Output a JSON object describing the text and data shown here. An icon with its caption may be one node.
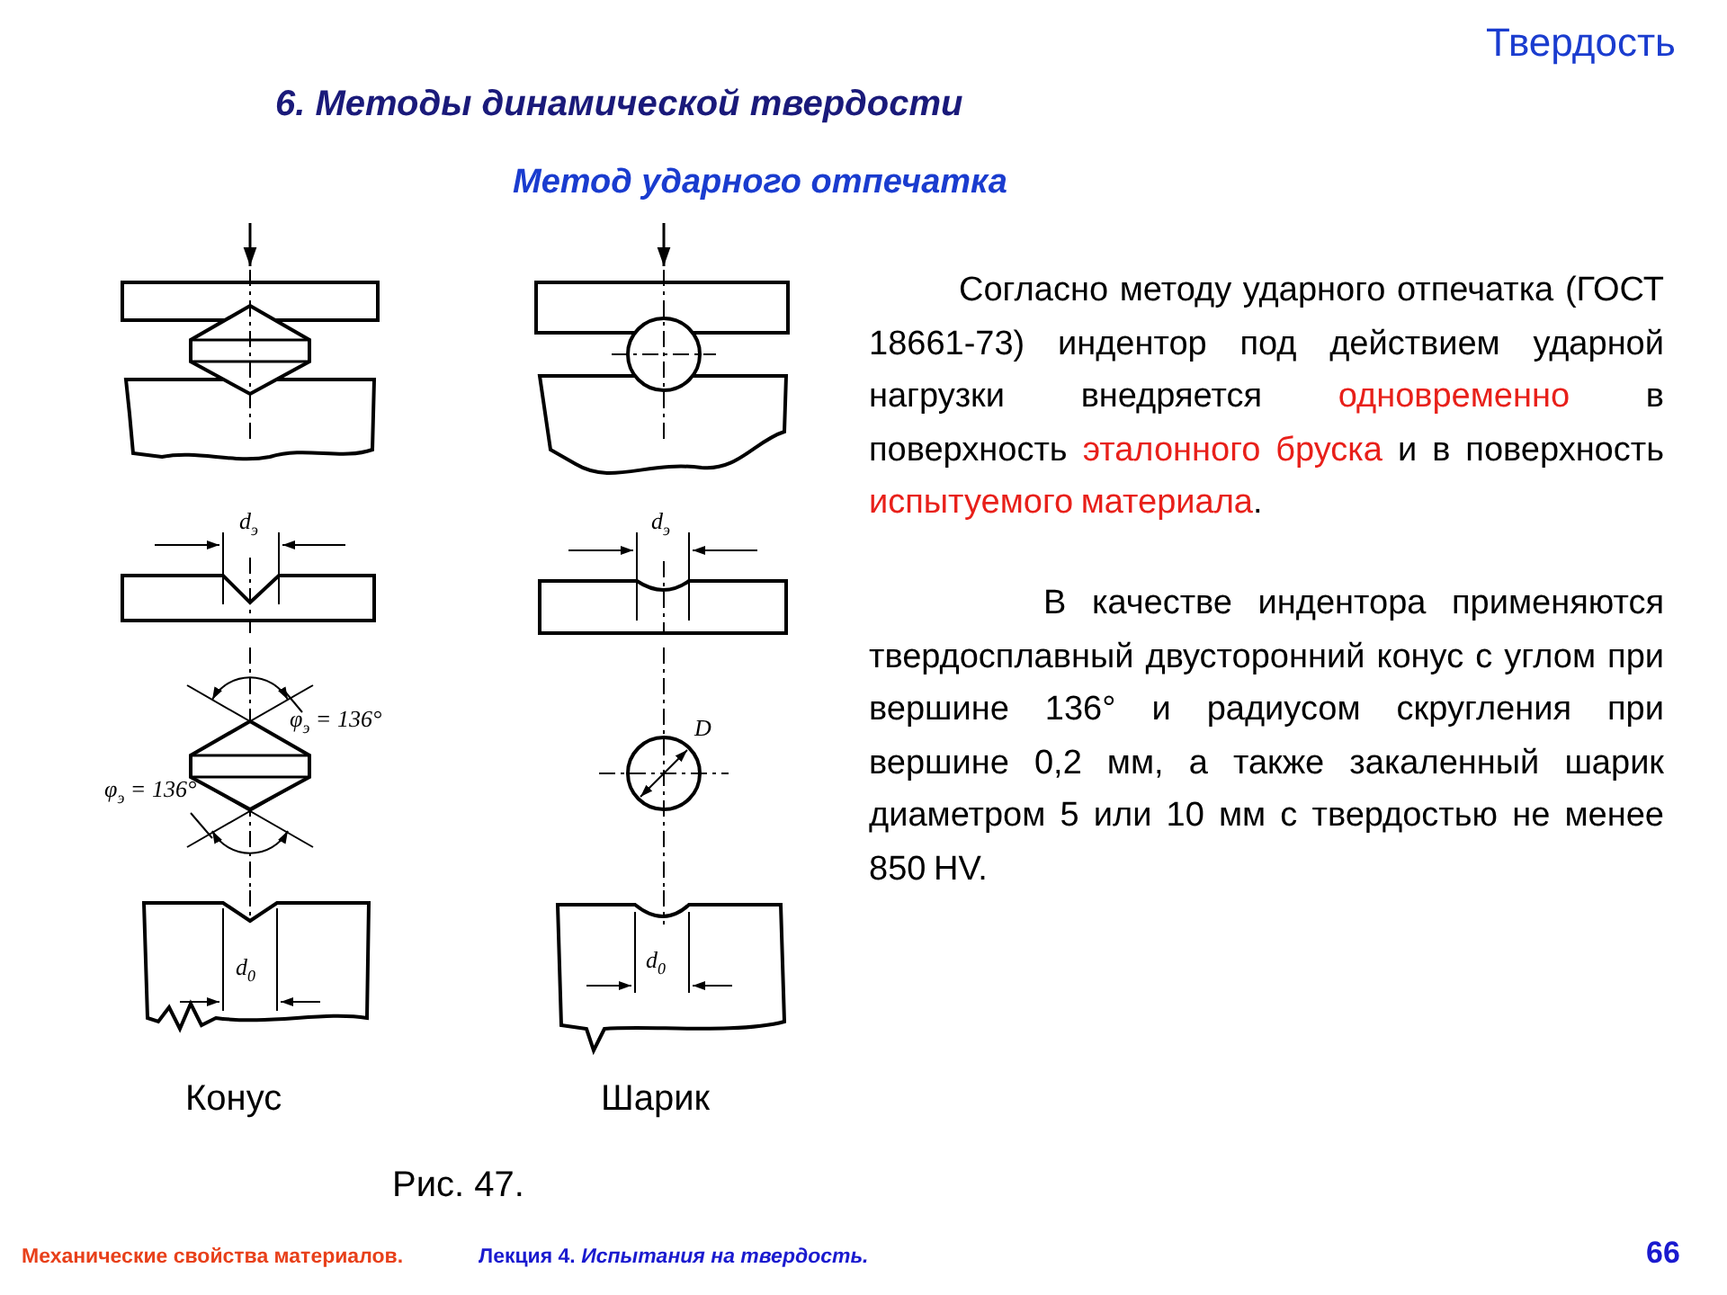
{
  "diagram": {
    "title": "6. Методы динамической твердости",
    "caption": "Рис. 47.",
    "labels": [
      "Твердость",
      "Метод ударного отпечатка",
      "Согласно методу ударного отпечатка (ГОСТ 18661-73) индентор под действием ударной нагрузки внедряется **одновременно** в поверхность **эталонного бруска** и в поверхность **испытуемого материала**.",
      "В качестве индентора применяются твердосплавный двусторонний конус с углом при вершине 136° и радиусом скругления при вершине 0,2 мм, а также закаленный шарик диаметром 5 или 10 мм с твердостью не менее 850 HV.",
      "d$_{э}$",
      "d$_{э}$",
      "φ$_{э}$ = 136°",
      "D",
      "φ$_{э}$ = 136°",
      "d$_{0}$",
      "d$_{0}$",
      "Конус",
      "Шарик",
      "Механические свойства материалов.",
      "Лекция 4. *Испытания на твердость.*",
      "66"
    ]
  }
}
